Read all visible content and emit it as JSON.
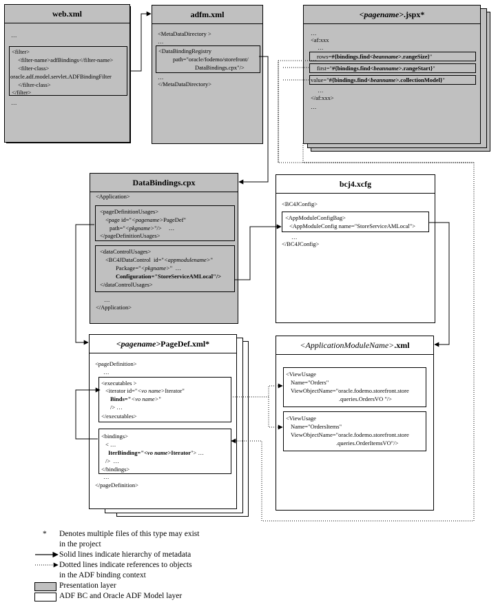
{
  "web": {
    "title": "web.xml",
    "l1": "…",
    "f1": "<filter>",
    "f2": "<filter-name>adfBindings</filter-name>",
    "f3": "<filter-class>",
    "f4": "oracle.adf.model.servlet.ADFBindingFilter",
    "f5": "</filter-class>",
    "f6": "</filter>",
    "l2": "…"
  },
  "adfm": {
    "title": "adfm.xml",
    "l1": "<MetaDataDirectory >",
    "l2": "…",
    "r1": "<DataBindingRegistry",
    "r2": "path=\"oracle/fodemo/storefront/",
    "r3": "DataBindings.cpx\"/>",
    "l3": "…",
    "l4": "</MetaDataDirectory>"
  },
  "jspx": {
    "title_name": "<pagename>",
    "title_ext": ".jspx*",
    "l1": "…",
    "l2": "<af:xxx",
    "l3": "…",
    "rows_a": "rows=",
    "rows_b": "#{bindings.find<",
    "rows_c": "beanname",
    "rows_d": ">.rangeSize}",
    "rows_e": "\"",
    "first_a": "first=\"",
    "first_b": "#{bindings.find<",
    "first_c": "beanname",
    "first_d": ">.rangeStart}",
    "first_e": "\"",
    "value_a": "value=\"",
    "value_b": "#{bindings.find<",
    "value_c": "beanname",
    "value_d": ">.collectionModel}",
    "value_e": "\"",
    "l4": "…",
    "l5": "</af:xxx>",
    "l6": "…"
  },
  "cpx": {
    "title": "DataBindings.cpx",
    "l1": "<Application>",
    "p1": "<pageDefinitionUsages>",
    "p2a": "<page id=\"",
    "p2b": "<pagename>",
    "p2c": "PageDef\"",
    "p3a": "path=\"",
    "p3b": "<pkgname>",
    "p3c": "\"/>",
    "p3d": "…",
    "p4": "</pageDefinitionUsages>",
    "d1": "<dataControlUsages>",
    "d2a": "<BC4JDataControl  id=\"",
    "d2b": "<appmodulename>",
    "d2c": "\"",
    "d3a": "Package=\"",
    "d3b": "<pkgname>",
    "d3c": "\"  …",
    "d4": "Configuration=\"StoreServiceAMLocal\"/>",
    "d5": "</dataControlUsages>",
    "l2": "…",
    "l3": "</Application>"
  },
  "bcj": {
    "title": "bcj4.xcfg",
    "l1": "<BC4JConfig>",
    "c1": "<AppModuleConfigBag>",
    "c2": "<AppModuleConfig name=\"StoreServiceAMLocal\">",
    "l2": "…",
    "l3": "</BC4JConfig>"
  },
  "pagedef": {
    "title_name": "<pagename>",
    "title_ext": "PageDef.xml*",
    "l1": "<pageDefinition>",
    "l2": "…",
    "e1": "<executables >",
    "e2a": "<iterator id=\"",
    "e2b": "<vo name>",
    "e2c": "Iterator\"",
    "e3a": "Binds=\"",
    "e3b": "<vo name>",
    "e3c": "\"",
    "e4": "/> …",
    "e5": "</executables>",
    "b1": "<bindings>",
    "b2": "< …",
    "b3a": "IterBinding=\"",
    "b3b": "<vo name>",
    "b3c": "Iterator",
    "b3d": "\"> …",
    "b4": "/>  …",
    "b5": "</bindings>",
    "l3": "…",
    "l4": "</pageDefinition>"
  },
  "appmod": {
    "title_name": "<ApplicationModuleName>",
    "title_ext": ".xml",
    "v1": "<ViewUsage",
    "v2": "Name=\"Orders\"",
    "v3": "ViewObjectName=\"oracle.fodemo.storefront.store",
    "v4": ".queries.OrdersVO \"/>",
    "w1": "<ViewUsage",
    "w2": "Name=\"OrdersItems\"",
    "w3": "ViewObjectName=\"oracle.fodemo.storefront.store",
    "w4": ".queries.OrderItemsVO\"/>"
  },
  "legend": {
    "star": "*",
    "star_text1": "Denotes multiple files of this type may exist",
    "star_text2": "in the project",
    "solid": "Solid lines indicate hierarchy of metadata",
    "dotted1": "Dotted lines indicate references to objects",
    "dotted2": "in the ADF binding context",
    "gray": "Presentation layer",
    "white": "ADF BC and Oracle ADF Model layer"
  },
  "colors": {
    "presentation": "#c0c0c0",
    "model": "#ffffff"
  }
}
